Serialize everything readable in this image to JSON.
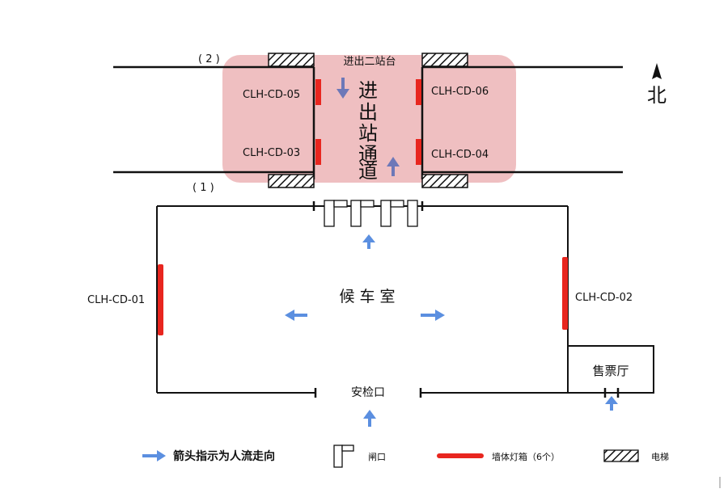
{
  "diagram": {
    "track_labels": {
      "north": "( 2 )",
      "south": "( 1 )"
    },
    "platform_label": "进出二站台",
    "passage_label": [
      "进",
      "出",
      "站",
      "通",
      "道"
    ],
    "north_label": "北",
    "waiting_room": "候 车 室",
    "security_checkpoint": "安检口",
    "ticket_hall": "售票厅",
    "lightboxes": {
      "cd01": "CLH-CD-01",
      "cd02": "CLH-CD-02",
      "cd03": "CLH-CD-03",
      "cd04": "CLH-CD-04",
      "cd05": "CLH-CD-05",
      "cd06": "CLH-CD-06"
    }
  },
  "legend": {
    "arrow": "箭头指示为人流走向",
    "gate": "闸口",
    "lightbox": "墙体灯箱（6个）",
    "elevator": "电梯"
  },
  "colors": {
    "highlight": "#e8a4a6",
    "lightbox": "#e8261f",
    "arrow": "#5b8fe0",
    "passage_arrow": "#6d78b8",
    "line": "#111111"
  }
}
